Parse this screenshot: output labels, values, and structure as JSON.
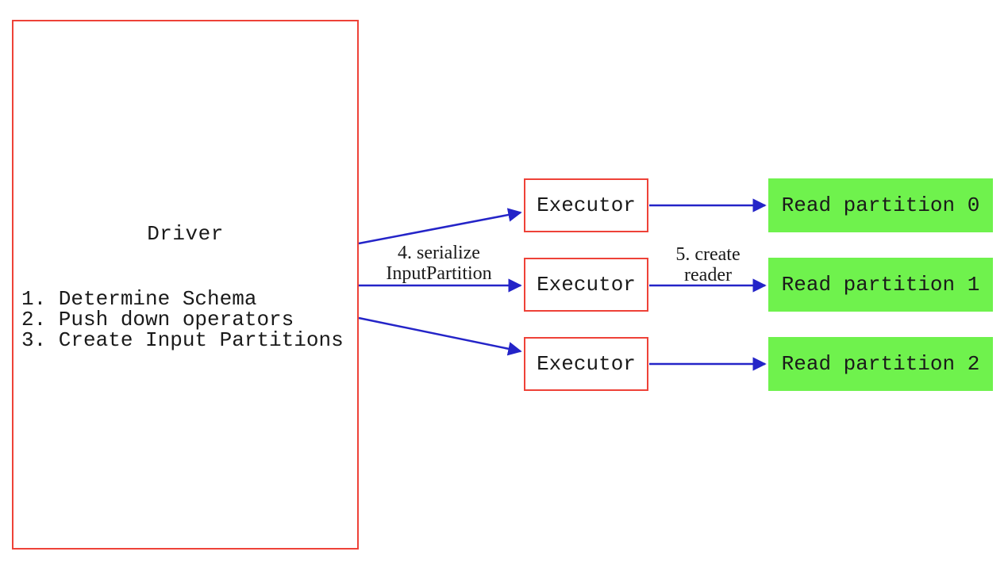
{
  "diagram": {
    "driver": {
      "title": "Driver",
      "steps": [
        "1. Determine Schema",
        "2. Push down operators",
        "3. Create Input Partitions"
      ]
    },
    "executors": [
      {
        "label": "Executor"
      },
      {
        "label": "Executor"
      },
      {
        "label": "Executor"
      }
    ],
    "partitions": [
      {
        "label": "Read partition 0"
      },
      {
        "label": "Read partition 1"
      },
      {
        "label": "Read partition 2"
      }
    ],
    "edge_labels": {
      "serialize": {
        "line1": "4. serialize",
        "line2": "InputPartition"
      },
      "create_reader": {
        "line1": "5. create",
        "line2": "reader"
      }
    },
    "colors": {
      "box_border_red": "#ee4238",
      "arrow_blue": "#2424c8",
      "partition_green": "#6ff24d",
      "text_black": "#1a1a1a",
      "background": "#ffffff"
    }
  }
}
